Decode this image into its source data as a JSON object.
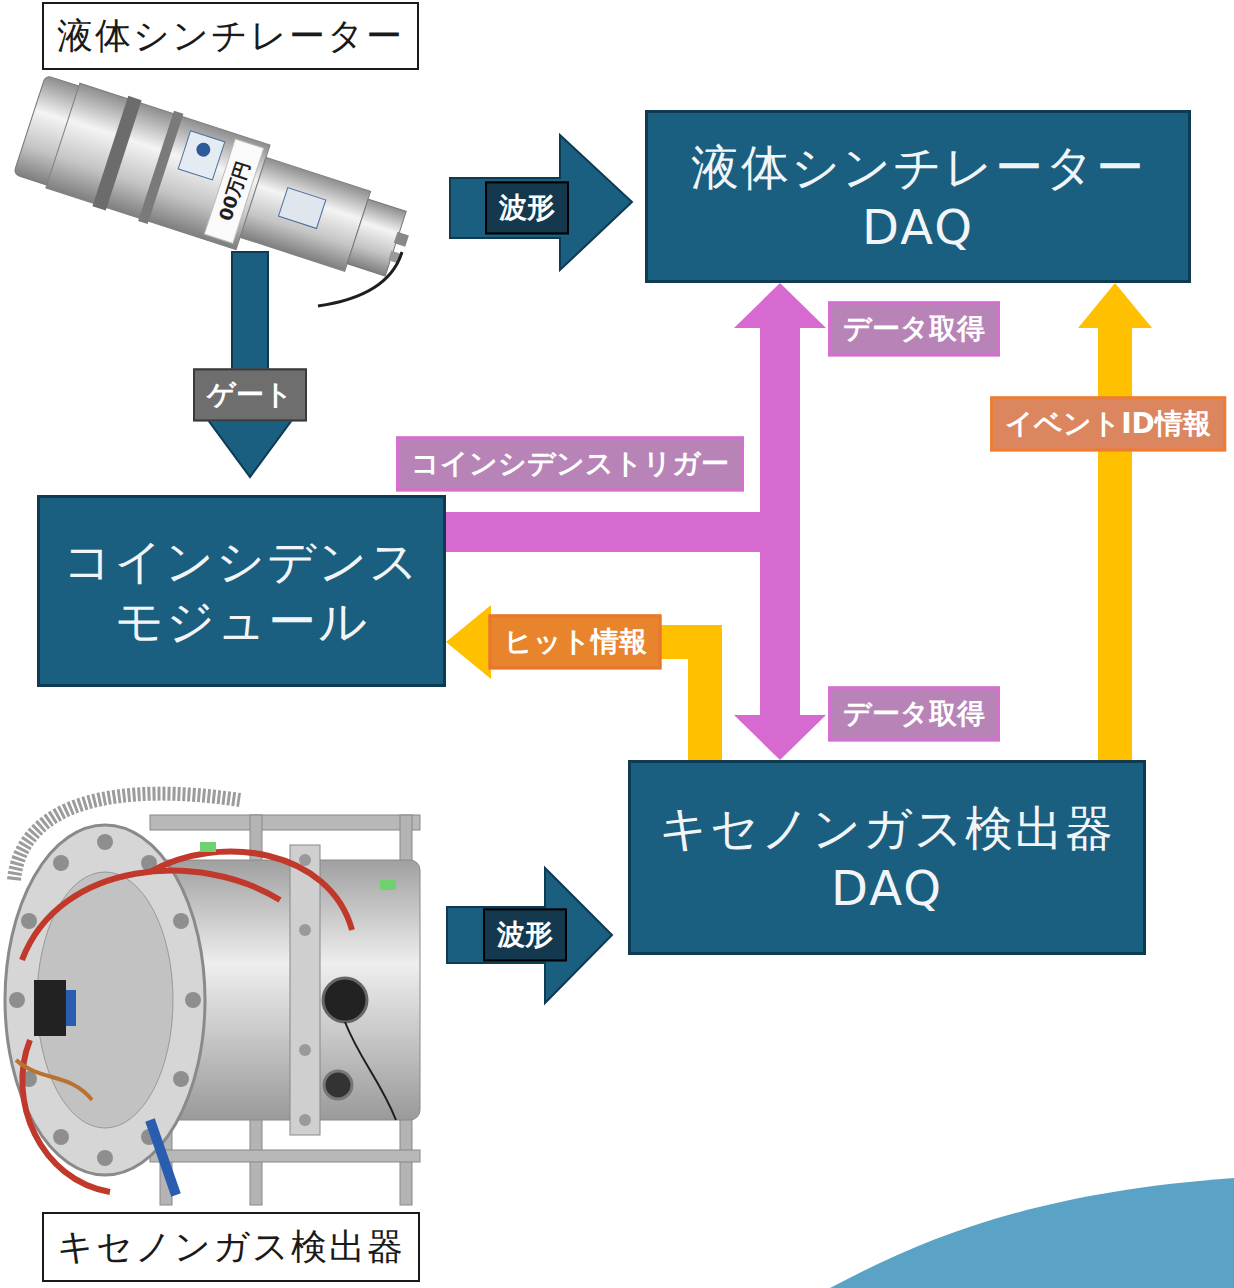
{
  "diagram": {
    "nodes": [
      {
        "text": [
          "液体シンチレーター"
        ]
      },
      {
        "text": [
          "液体シンチレーター DAQ"
        ]
      },
      {
        "text": [
          "コインシデンス モジュール"
        ]
      },
      {
        "text": [
          "キセノンガス検出器 DAQ"
        ]
      },
      {
        "text": [
          "キセノンガス検出器"
        ]
      }
    ],
    "edges": [
      {
        "from": 2,
        "to": 1,
        "arrow": "to",
        "label": "データ取得"
      },
      {
        "from": 2,
        "to": 3,
        "arrow": "to",
        "label": "データ取得"
      },
      {
        "from": 3,
        "to": 2,
        "arrow": "to",
        "label": "ヒット情報"
      },
      {
        "from": 3,
        "to": 1,
        "arrow": "to",
        "label": "イベントID情報"
      }
    ],
    "labels": [
      "00万円",
      "波形",
      "ゲート",
      "コインシデンストリガー",
      "波形"
    ]
  }
}
